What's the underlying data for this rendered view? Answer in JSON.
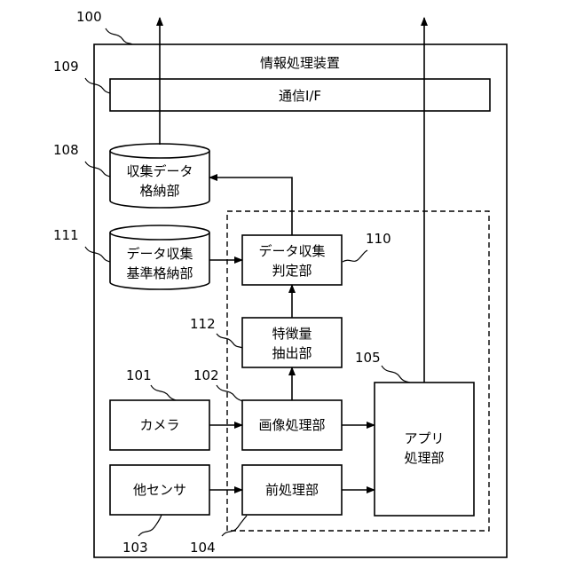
{
  "device": {
    "ref": "100",
    "title": "情報処理装置"
  },
  "comm_if": {
    "ref": "109",
    "label": "通信I/F"
  },
  "collected_data_store": {
    "ref": "108",
    "lines": [
      "収集データ",
      "格納部"
    ]
  },
  "criteria_store": {
    "ref": "111",
    "lines": [
      "データ収集",
      "基準格納部"
    ]
  },
  "judge": {
    "ref": "110",
    "lines": [
      "データ収集",
      "判定部"
    ]
  },
  "feature_extract": {
    "ref": "112",
    "lines": [
      "特徴量",
      "抽出部"
    ]
  },
  "camera": {
    "ref": "101",
    "label": "カメラ"
  },
  "image_proc": {
    "ref": "102",
    "label": "画像処理部"
  },
  "app_proc": {
    "ref": "105",
    "lines": [
      "アプリ",
      "処理部"
    ]
  },
  "other_sensor": {
    "ref": "103",
    "label": "他センサ"
  },
  "preproc": {
    "ref": "104",
    "label": "前処理部"
  }
}
